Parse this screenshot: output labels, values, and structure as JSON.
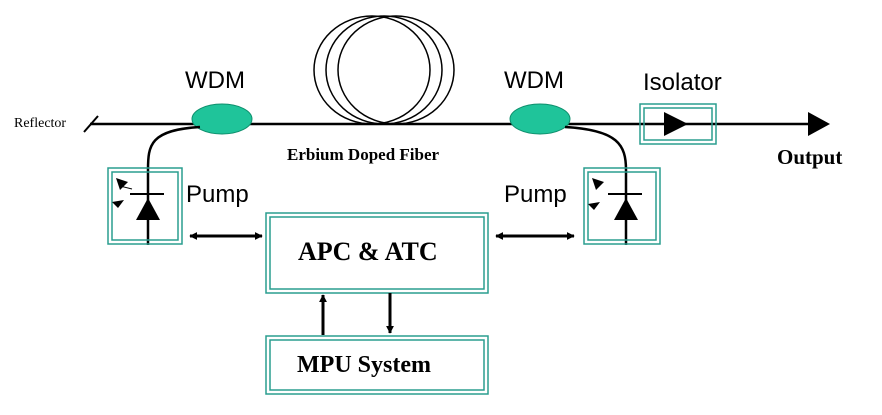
{
  "diagram": {
    "labels": {
      "reflector": "Reflector",
      "wdm_left": "WDM",
      "wdm_right": "WDM",
      "isolator": "Isolator",
      "fiber": "Erbium Doped Fiber",
      "output": "Output",
      "pump_left": "Pump",
      "pump_right": "Pump",
      "apc_atc": "APC & ATC",
      "mpu": "MPU System"
    },
    "colors": {
      "box_border": "#2a9d8f",
      "wdm_fill": "#1fc49a",
      "line": "#000000"
    }
  }
}
